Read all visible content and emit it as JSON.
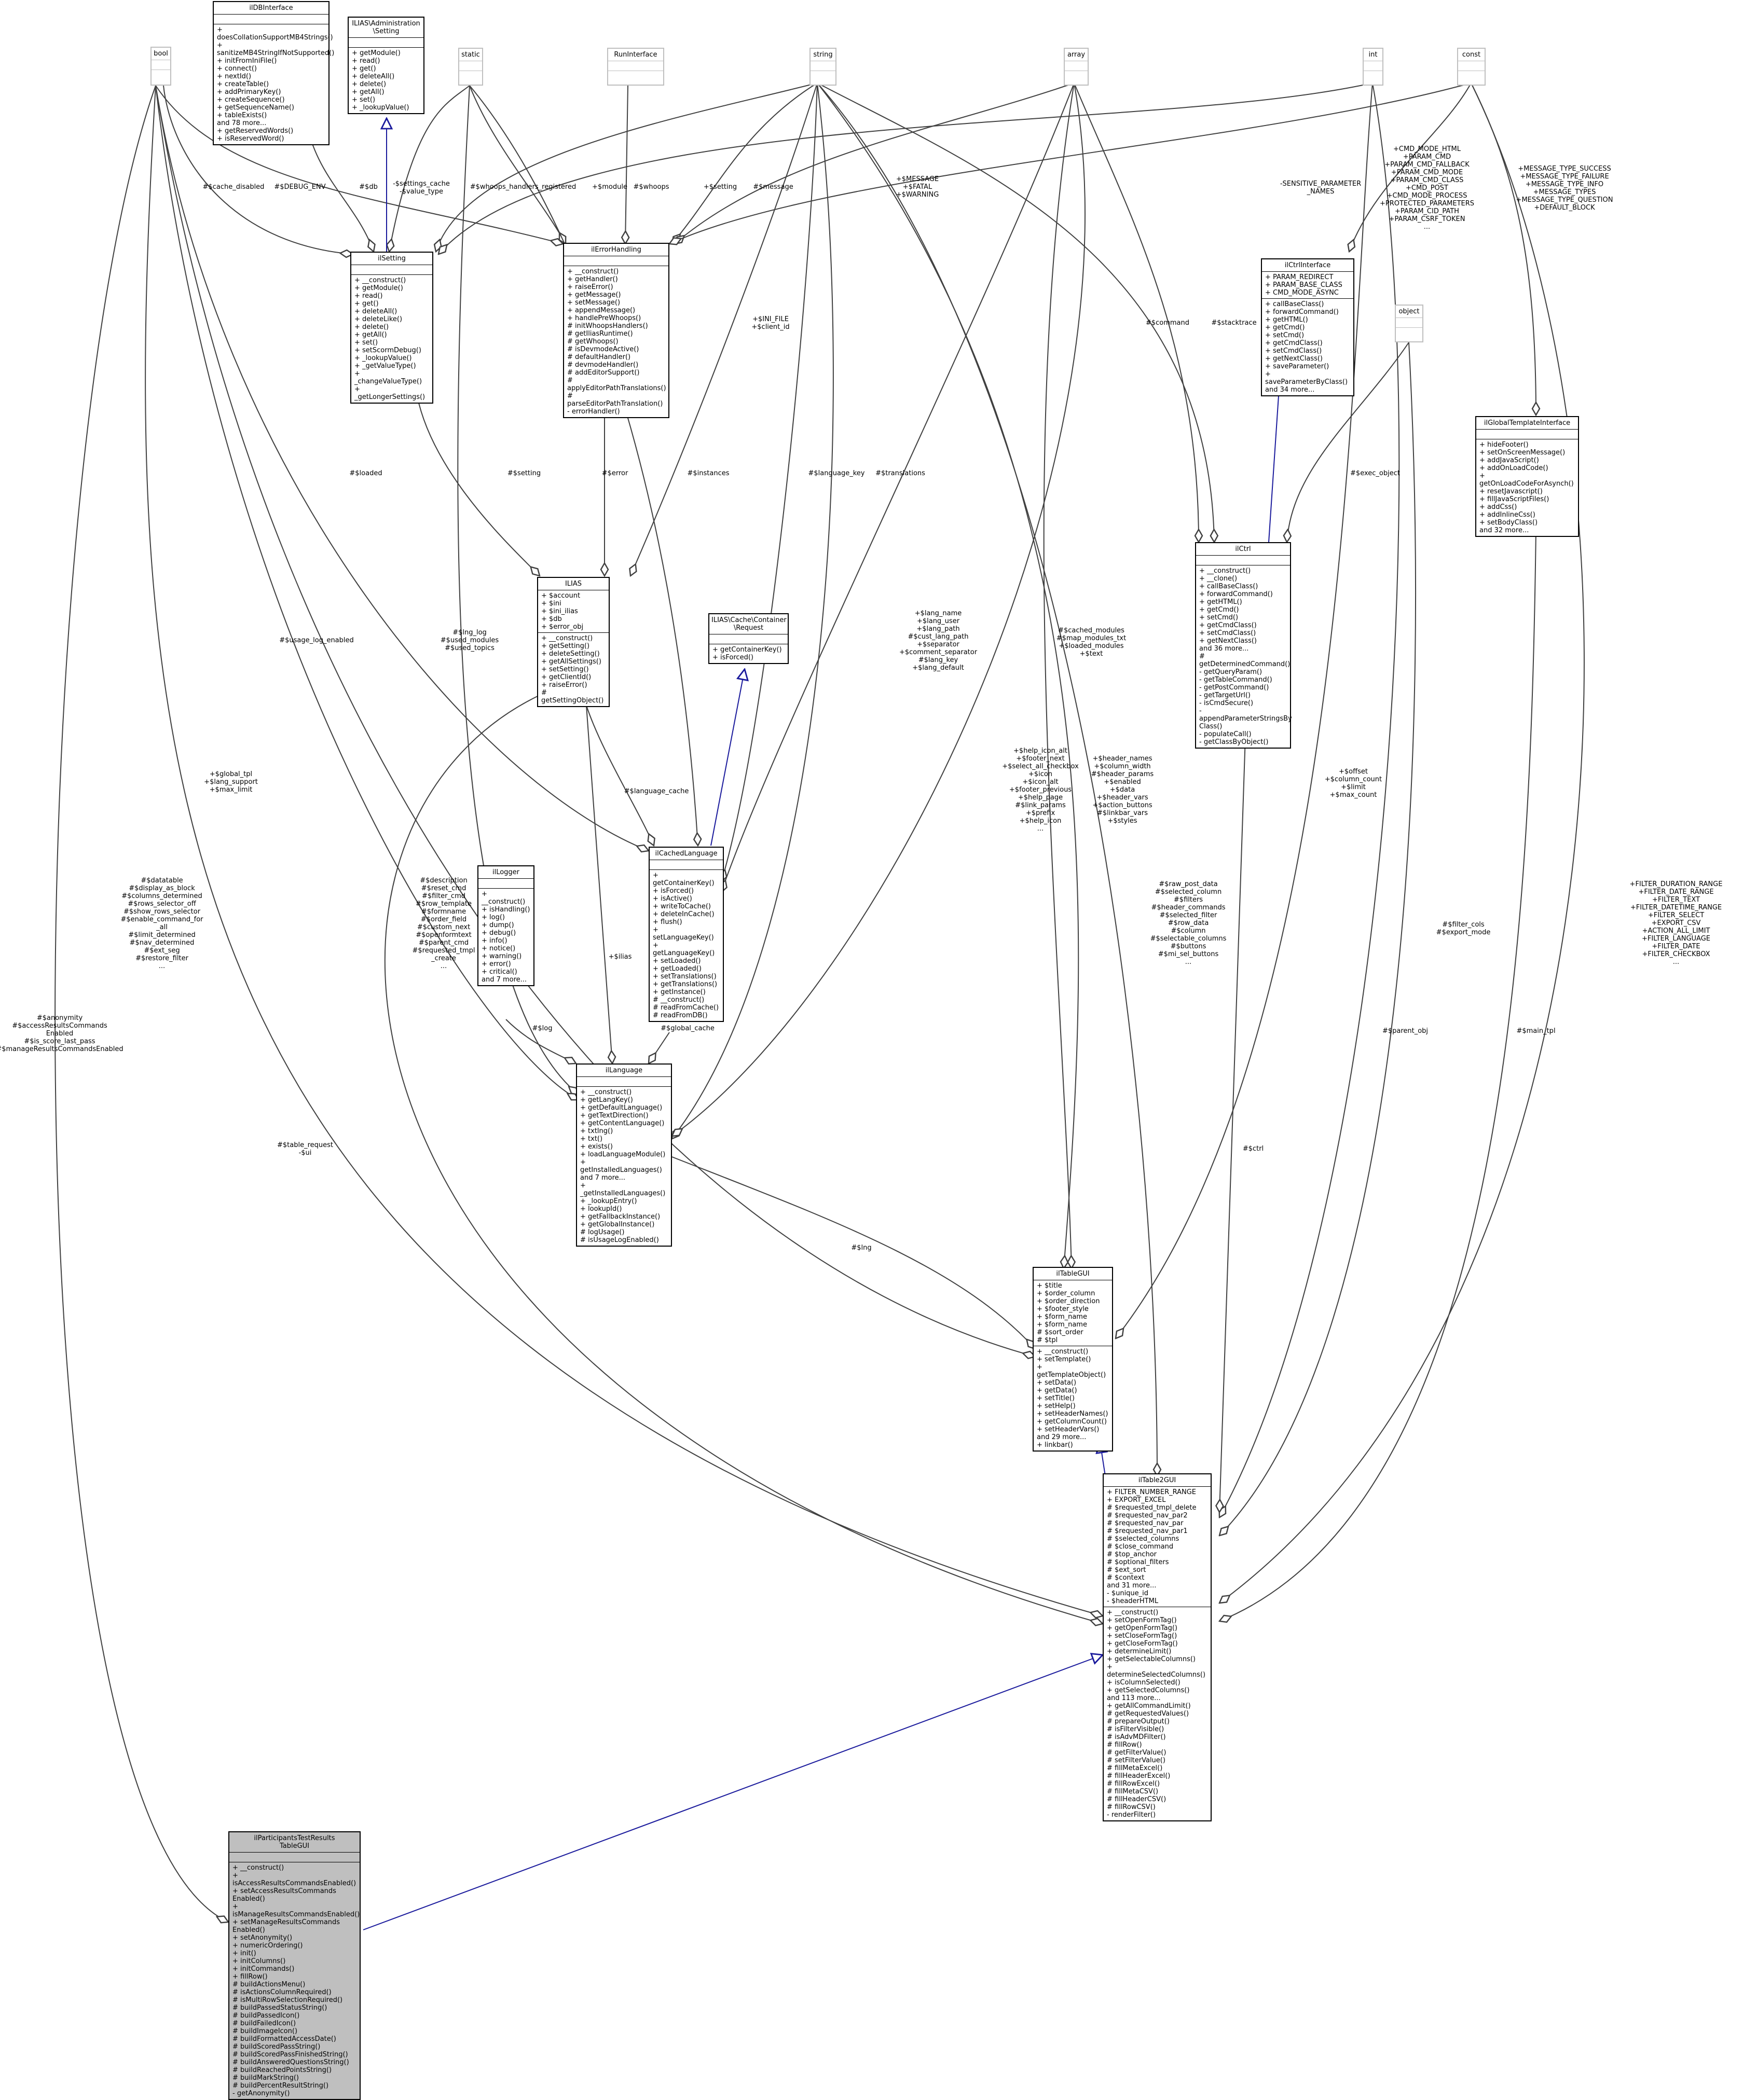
{
  "nodes": {
    "bool": {
      "title": "bool",
      "attrs": [],
      "methods": []
    },
    "dbinterface": {
      "title": "ilDBInterface",
      "attrs": [],
      "methods": [
        "+ doesCollationSupportMB4Strings()",
        "+ sanitizeMB4StringIfNotSupported()",
        "+ initFromIniFile()",
        "+ connect()",
        "+ nextId()",
        "+ createTable()",
        "+ addPrimaryKey()",
        "+ createSequence()",
        "+ getSequenceName()",
        "+ tableExists()",
        "and 78 more...",
        "+ getReservedWords()",
        "+ isReservedWord()"
      ]
    },
    "adminsetting": {
      "title": "ILIAS\\Administration\n\\Setting",
      "attrs": [],
      "methods": [
        "+ getModule()",
        "+ read()",
        "+ get()",
        "+ deleteAll()",
        "+ delete()",
        "+ getAll()",
        "+ set()",
        "+ _lookupValue()"
      ]
    },
    "static": {
      "title": "static",
      "attrs": [],
      "methods": []
    },
    "runinterface": {
      "title": "RunInterface",
      "attrs": [],
      "methods": []
    },
    "string": {
      "title": "string",
      "attrs": [],
      "methods": []
    },
    "array": {
      "title": "array",
      "attrs": [],
      "methods": []
    },
    "int": {
      "title": "int",
      "attrs": [],
      "methods": []
    },
    "const": {
      "title": "const",
      "attrs": [],
      "methods": []
    },
    "ilsetting": {
      "title": "ilSetting",
      "attrs": [],
      "methods": [
        "+ __construct()",
        "+ getModule()",
        "+ read()",
        "+ get()",
        "+ deleteAll()",
        "+ deleteLike()",
        "+ delete()",
        "+ getAll()",
        "+ set()",
        "+ setScormDebug()",
        "+ _lookupValue()",
        "+ _getValueType()",
        "+ _changeValueType()",
        "+ _getLongerSettings()"
      ]
    },
    "errorhandling": {
      "title": "ilErrorHandling",
      "attrs": [],
      "methods": [
        "+ __construct()",
        "+ getHandler()",
        "+ raiseError()",
        "+ getMessage()",
        "+ setMessage()",
        "+ appendMessage()",
        "+ handlePreWhoops()",
        "# initWhoopsHandlers()",
        "# getIliasRuntime()",
        "# getWhoops()",
        "# isDevmodeActive()",
        "# defaultHandler()",
        "# devmodeHandler()",
        "# addEditorSupport()",
        "# applyEditorPathTranslations()",
        "# parseEditorPathTranslation()",
        "- errorHandler()"
      ]
    },
    "ctrlinterface": {
      "title": "ilCtrlInterface",
      "attrs": [
        "+ PARAM_REDIRECT",
        "+ PARAM_BASE_CLASS",
        "+ CMD_MODE_ASYNC"
      ],
      "methods": [
        "+ callBaseClass()",
        "+ forwardCommand()",
        "+ getHTML()",
        "+ getCmd()",
        "+ setCmd()",
        "+ getCmdClass()",
        "+ setCmdClass()",
        "+ getNextClass()",
        "+ saveParameter()",
        "+ saveParameterByClass()",
        "and 34 more..."
      ]
    },
    "object": {
      "title": "object",
      "attrs": [],
      "methods": []
    },
    "globaltemplate": {
      "title": "ilGlobalTemplateInterface",
      "attrs": [],
      "methods": [
        "+ hideFooter()",
        "+ setOnScreenMessage()",
        "+ addJavaScript()",
        "+ addOnLoadCode()",
        "+ getOnLoadCodeForAsynch()",
        "+ resetJavascript()",
        "+ fillJavaScriptFiles()",
        "+ addCss()",
        "+ addInlineCss()",
        "+ setBodyClass()",
        "and 32 more..."
      ]
    },
    "ilias": {
      "title": "ILIAS",
      "attrs": [
        "+ $account",
        "+ $ini",
        "+ $ini_ilias",
        "+ $db",
        "+ $error_obj"
      ],
      "methods": [
        "+ __construct()",
        "+ getSetting()",
        "+ deleteSetting()",
        "+ getAllSettings()",
        "+ setSetting()",
        "+ getClientId()",
        "+ raiseError()",
        "# getSettingObject()"
      ]
    },
    "cacherequest": {
      "title": "ILIAS\\Cache\\Container\n\\Request",
      "attrs": [],
      "methods": [
        "+ getContainerKey()",
        "+ isForced()"
      ]
    },
    "ilctrl": {
      "title": "ilCtrl",
      "attrs": [],
      "methods": [
        "+ __construct()",
        "+ __clone()",
        "+ callBaseClass()",
        "+ forwardCommand()",
        "+ getHTML()",
        "+ getCmd()",
        "+ setCmd()",
        "+ getCmdClass()",
        "+ setCmdClass()",
        "+ getNextClass()",
        "and 36 more...",
        "# getDeterminedCommand()",
        "- getQueryParam()",
        "- getTableCommand()",
        "- getPostCommand()",
        "- getTargetUrl()",
        "- isCmdSecure()",
        "- appendParameterStringsBy\nClass()",
        "- populateCall()",
        "- getClassByObject()"
      ]
    },
    "cachedlanguage": {
      "title": "ilCachedLanguage",
      "attrs": [],
      "methods": [
        "+ getContainerKey()",
        "+ isForced()",
        "+ isActive()",
        "+ writeToCache()",
        "+ deleteInCache()",
        "+ flush()",
        "+ setLanguageKey()",
        "+ getLanguageKey()",
        "+ setLoaded()",
        "+ getLoaded()",
        "+ setTranslations()",
        "+ getTranslations()",
        "+ getInstance()",
        "# __construct()",
        "# readFromCache()",
        "# readFromDB()"
      ]
    },
    "logger": {
      "title": "ilLogger",
      "attrs": [],
      "methods": [
        "+ __construct()",
        "+ isHandling()",
        "+ log()",
        "+ dump()",
        "+ debug()",
        "+ info()",
        "+ notice()",
        "+ warning()",
        "+ error()",
        "+ critical()",
        "and 7 more..."
      ]
    },
    "language": {
      "title": "ilLanguage",
      "attrs": [],
      "methods": [
        "+ __construct()",
        "+ getLangKey()",
        "+ getDefaultLanguage()",
        "+ getTextDirection()",
        "+ getContentLanguage()",
        "+ txtlng()",
        "+ txt()",
        "+ exists()",
        "+ loadLanguageModule()",
        "+ getInstalledLanguages()",
        "and 7 more...",
        "+ _getInstalledLanguages()",
        "+ _lookupEntry()",
        "+ lookupId()",
        "+ getFallbackInstance()",
        "+ getGlobalInstance()",
        "# logUsage()",
        "# isUsageLogEnabled()"
      ]
    },
    "tablegui": {
      "title": "ilTableGUI",
      "attrs": [
        "+ $title",
        "+ $order_column",
        "+ $order_direction",
        "+ $footer_style",
        "+ $form_name",
        "+ $form_name",
        "# $sort_order",
        "# $tpl"
      ],
      "methods": [
        "+ __construct()",
        "+ setTemplate()",
        "+ getTemplateObject()",
        "+ setData()",
        "+ getData()",
        "+ setTitle()",
        "+ setHelp()",
        "+ setHeaderNames()",
        "+ getColumnCount()",
        "+ setHeaderVars()",
        "and 29 more...",
        "+ linkbar()"
      ]
    },
    "table2gui": {
      "title": "ilTable2GUI",
      "attrs": [
        "+ FILTER_NUMBER_RANGE",
        "+ EXPORT_EXCEL",
        "# $requested_tmpl_delete",
        "# $requested_nav_par2",
        "# $requested_nav_par",
        "# $requested_nav_par1",
        "# $selected_columns",
        "# $close_command",
        "# $top_anchor",
        "# $optional_filters",
        "# $ext_sort",
        "# $context",
        "and 31 more...",
        "- $unique_id",
        "- $headerHTML"
      ],
      "methods": [
        "+ __construct()",
        "+ setOpenFormTag()",
        "+ getOpenFormTag()",
        "+ setCloseFormTag()",
        "+ getCloseFormTag()",
        "+ determineLimit()",
        "+ getSelectableColumns()",
        "+ determineSelectedColumns()",
        "+ isColumnSelected()",
        "+ getSelectedColumns()",
        "and 113 more...",
        "+ getAllCommandLimit()",
        "# getRequestedValues()",
        "# prepareOutput()",
        "# isFilterVisible()",
        "# isAdvMDFilter()",
        "# fillRow()",
        "# getFilterValue()",
        "# setFilterValue()",
        "# fillMetaExcel()",
        "# fillHeaderExcel()",
        "# fillRowExcel()",
        "# fillMetaCSV()",
        "# fillHeaderCSV()",
        "# fillRowCSV()",
        "- renderFilter()"
      ]
    },
    "participants": {
      "title": "ilParticipantsTestResults\nTableGUI",
      "attrs": [],
      "methods": [
        "+ __construct()",
        "+ isAccessResultsCommandsEnabled()",
        "+ setAccessResultsCommands\nEnabled()",
        "+ isManageResultsCommandsEnabled()",
        "+ setManageResultsCommands\nEnabled()",
        "+ setAnonymity()",
        "+ numericOrdering()",
        "+ init()",
        "+ initColumns()",
        "+ initCommands()",
        "+ fillRow()",
        "# buildActionsMenu()",
        "# isActionsColumnRequired()",
        "# isMultiRowSelectionRequired()",
        "# buildPassedStatusString()",
        "# buildPassedIcon()",
        "# buildFailedIcon()",
        "# buildImageIcon()",
        "# buildFormattedAccessDate()",
        "# buildScoredPassString()",
        "# buildScoredPassFinishedString()",
        "# buildAnsweredQuestionsString()",
        "# buildReachedPointsString()",
        "# buildMarkString()",
        "# buildPercentResultString()",
        "- getAnonymity()"
      ]
    }
  },
  "edge_labels": {
    "cache_disabled": "#$cache_disabled",
    "debug_env": "#$DEBUG_ENV",
    "db": "#$db",
    "settings_cache": "-$settings_cache\n-$value_type",
    "whoops_registered": "#$whoops_handlers_registered",
    "module": "+$module",
    "whoops": "#$whoops",
    "setting_plus": "+$setting",
    "message": "#$message",
    "fatal": "+$MESSAGE\n+$FATAL\n+$WARNING",
    "sensitive": "-SENSITIVE_PARAMETER\n_NAMES",
    "cmd_mode": "+CMD_MODE_HTML\n+PARAM_CMD\n+PARAM_CMD_FALLBACK\n+PARAM_CMD_MODE\n+PARAM_CMD_CLASS\n+CMD_POST\n+CMD_MODE_PROCESS\n+PROTECTED_PARAMETERS\n+PARAM_CID_PATH\n+PARAM_CSRF_TOKEN\n...",
    "message_types": "+MESSAGE_TYPE_SUCCESS\n+MESSAGE_TYPE_FAILURE\n+MESSAGE_TYPE_INFO\n+MESSAGE_TYPES\n+MESSAGE_TYPE_QUESTION\n+DEFAULT_BLOCK",
    "ini_file": "+$INI_FILE\n+$client_id",
    "command": "#$command",
    "stacktrace": "#$stacktrace",
    "exec_object": "#$exec_object",
    "loaded": "#$loaded",
    "setting_hash": "#$setting",
    "error": "#$error",
    "instances": "#$instances",
    "language_key": "#$language_key",
    "translations": "#$translations",
    "lang_name": "+$lang_name\n+$lang_user\n+$lang_path\n#$cust_lang_path\n+$separator\n+$comment_separator\n#$lang_key\n+$lang_default",
    "cached_modules": "#$cached_modules\n#$map_modules_txt\n+$loaded_modules\n+$text",
    "usage_log": "#$usage_log_enabled",
    "lng_log": "#$lng_log\n#$used_modules\n#$used_topics",
    "language_cache": "#$language_cache",
    "help_icon": "+$help_icon_alt\n+$footer_next\n+$select_all_checkbox\n+$icon\n+$icon_alt\n+$footer_previous\n+$help_page\n#$link_params\n+$prefix\n+$help_icon\n...",
    "header_names": "+$header_names\n+$column_width\n#$header_params\n+$enabled\n+$data\n+$header_vars\n+$action_buttons\n#$linkbar_vars\n+$styles",
    "global_tpl": "+$global_tpl\n+$lang_support\n+$max_limit",
    "offset": "+$offset\n+$column_count\n+$limit\n+$max_count",
    "datatable": "#$datatable\n#$display_as_block\n#$columns_determined\n#$rows_selector_off\n#$show_rows_selector\n#$enable_command_for\n_all\n#$limit_determined\n#$nav_determined\n#$ext_seg\n#$restore_filter\n...",
    "description": "#$description\n#$reset_cmd\n#$filter_cmd\n#$row_template\n#$formname\n#$order_field\n#$custom_next\n#$openformtext\n#$parent_cmd\n#$requested_tmpl\n_create\n...",
    "ilias_link": "+$ilias",
    "log": "#$log",
    "global_cache": "#$global_cache",
    "raw_post": "#$raw_post_data\n#$selected_column\n#$filters\n#$header_commands\n#$selected_filter\n#$row_data\n#$column\n#$selectable_columns\n#$buttons\n#$mi_sel_buttons\n...",
    "filter_cols": "#$filter_cols\n#$export_mode",
    "filter_duration": "+FILTER_DURATION_RANGE\n+FILTER_DATE_RANGE\n+FILTER_TEXT\n+FILTER_DATETIME_RANGE\n+FILTER_SELECT\n+EXPORT_CSV\n+ACTION_ALL_LIMIT\n+FILTER_LANGUAGE\n+FILTER_DATE\n+FILTER_CHECKBOX\n...",
    "anonymity": "#$anonymity\n#$accessResultsCommands\nEnabled\n#$is_score_last_pass\n#$manageResultsCommandsEnabled",
    "parent_obj": "#$parent_obj",
    "main_tpl": "#$main_tpl",
    "lng": "#$lng",
    "ctrl": "#$ctrl",
    "table_request": "#$table_request\n-$ui"
  }
}
